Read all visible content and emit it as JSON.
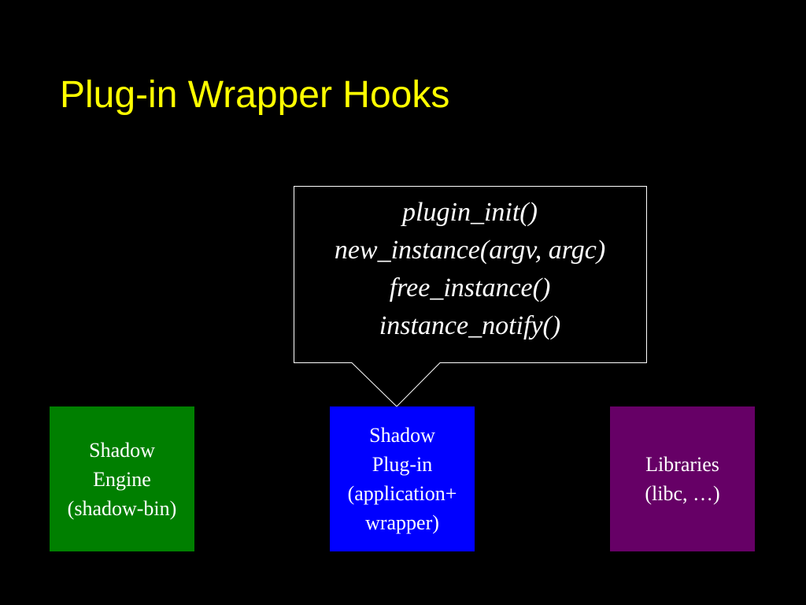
{
  "slide": {
    "title": "Plug-in Wrapper Hooks"
  },
  "callout": {
    "lines": [
      "plugin_init()",
      "new_instance(argv, argc)",
      "free_instance()",
      "instance_notify()"
    ]
  },
  "boxes": {
    "engine": {
      "lines": [
        "Shadow",
        "Engine",
        "(shadow-bin)"
      ],
      "color": "#007F00"
    },
    "plugin": {
      "lines": [
        "Shadow",
        "Plug-in",
        "(application+",
        "wrapper)"
      ],
      "color": "#0000FF"
    },
    "libraries": {
      "lines": [
        "Libraries",
        "(libc, …)"
      ],
      "color": "#660066"
    }
  },
  "colors": {
    "background": "#000000",
    "title": "#FFFF00",
    "text": "#FFFFFF",
    "callout_border": "#FFFFFF"
  }
}
